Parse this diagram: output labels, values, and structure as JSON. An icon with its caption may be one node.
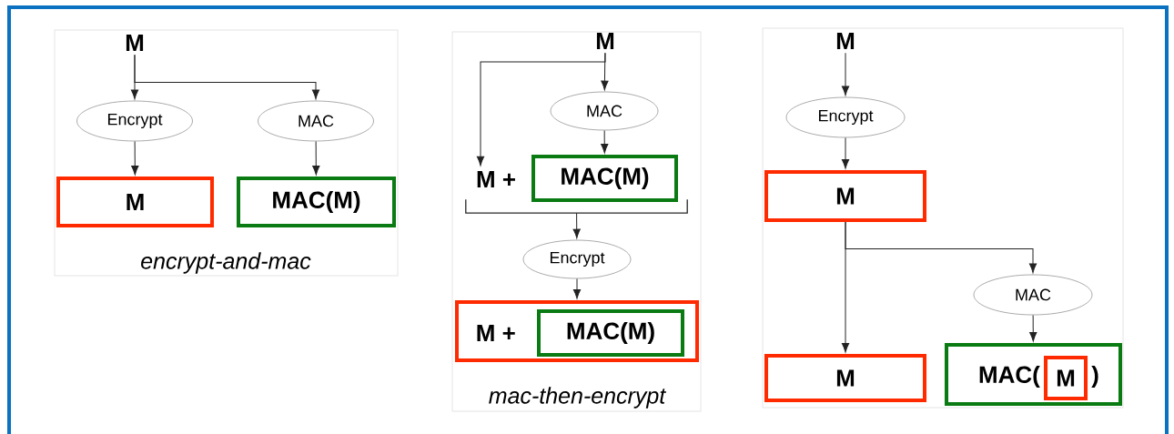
{
  "diagram": {
    "nodes": [
      {
        "text": [
          "encrypt-and-mac"
        ]
      },
      {
        "text": [
          "M"
        ],
        "in": 0
      },
      {
        "text": [
          "Encrypt"
        ],
        "in": 0
      },
      {
        "text": [
          "MAC"
        ],
        "in": 0
      },
      {
        "text": [
          "M"
        ],
        "in": 0
      },
      {
        "text": [
          "MAC(M)"
        ],
        "in": 0
      },
      {
        "text": [
          "mac-then-encrypt"
        ]
      },
      {
        "text": [
          "M"
        ],
        "in": 6
      },
      {
        "text": [
          "MAC"
        ],
        "in": 6
      },
      {
        "text": [
          "M +"
        ],
        "in": 6
      },
      {
        "text": [
          "MAC(M)"
        ],
        "in": 6
      },
      {
        "text": [],
        "shape": "bracket",
        "in": 6
      },
      {
        "text": [
          "Encrypt"
        ],
        "in": 6
      },
      {
        "text": [
          "M +"
        ],
        "in": 6
      },
      {
        "text": [
          "MAC(M)"
        ],
        "in": 13
      },
      {
        "text": [],
        "shape": "box"
      },
      {
        "text": [
          "M"
        ],
        "in": 15
      },
      {
        "text": [
          "Encrypt"
        ],
        "in": 15
      },
      {
        "text": [
          "M"
        ],
        "in": 15
      },
      {
        "text": [
          "MAC"
        ],
        "in": 15
      },
      {
        "text": [
          "M"
        ],
        "in": 15
      },
      {
        "text": [
          "MAC(",
          ")"
        ],
        "in": 15
      },
      {
        "text": [
          "M"
        ],
        "in": 21
      }
    ],
    "edges": [
      {
        "from": 1,
        "to": 2,
        "arrow": "to"
      },
      {
        "from": 1,
        "to": 3,
        "arrow": "to"
      },
      {
        "from": 2,
        "to": 4,
        "arrow": "to"
      },
      {
        "from": 3,
        "to": 5,
        "arrow": "to"
      },
      {
        "from": 7,
        "to": 8,
        "arrow": "to"
      },
      {
        "from": 7,
        "to": 9,
        "arrow": "to"
      },
      {
        "from": 8,
        "to": 10,
        "arrow": "to"
      },
      {
        "from": 11,
        "to": 12,
        "arrow": "to"
      },
      {
        "from": 12,
        "to": 13,
        "arrow": "to"
      },
      {
        "from": 16,
        "to": 17,
        "arrow": "to"
      },
      {
        "from": 17,
        "to": 18,
        "arrow": "to"
      },
      {
        "from": 18,
        "to": 20,
        "arrow": "to"
      },
      {
        "from": 18,
        "to": 19,
        "arrow": "to"
      },
      {
        "from": 19,
        "to": 21,
        "arrow": "to"
      }
    ]
  }
}
